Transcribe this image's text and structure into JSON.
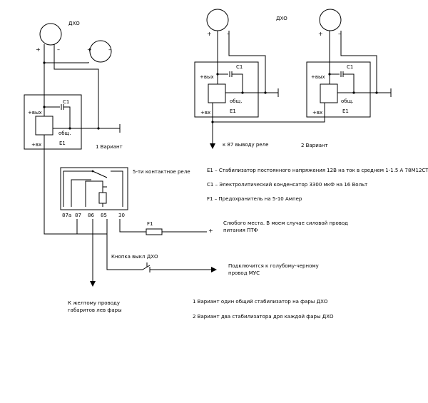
{
  "diagram": {
    "drl_label": "ДХО",
    "plus": "+",
    "minus": "–",
    "vyh_label": "+вых",
    "vh_label": "+вх",
    "common_label": "общ.",
    "e1_label": "E1",
    "c1_label": "C1",
    "variant1_caption": "1 Вариант",
    "variant2_caption": "2 Вариант",
    "relay_output_label": "к 87 выводу реле",
    "relay_caption": "5-ти контактное реле",
    "relay_pins": [
      "87a",
      "87",
      "86",
      "85",
      "30"
    ],
    "fuse_label": "F1",
    "button_label": "Кнопка выкл ДХО",
    "source_line1": "Слюбого места. В моем случае силовой провод",
    "source_line2": "питания ПТФ",
    "connect_line1": "Подключится  к голубому-черному",
    "connect_line2": "провод МУС",
    "yellow_line1": "К желтому проводу",
    "yellow_line2": "габаритов лев фары",
    "legend": {
      "e1": "E1 –  Стабилизатор постоянного напряжения 12В на ток в среднем 1-1.5 А  78M12CT",
      "c1": "C1 –  Электролитический конденсатор   3300 мкФ на 16 Вольт",
      "f1": "F1 –  Предохранитель на 5-10 Ампер"
    },
    "notes": {
      "v1": "1 Вариант один общий стабилизатор на фары ДХО",
      "v2": "2 Вариант два стабилизатора дря каждой фары ДХО"
    }
  }
}
